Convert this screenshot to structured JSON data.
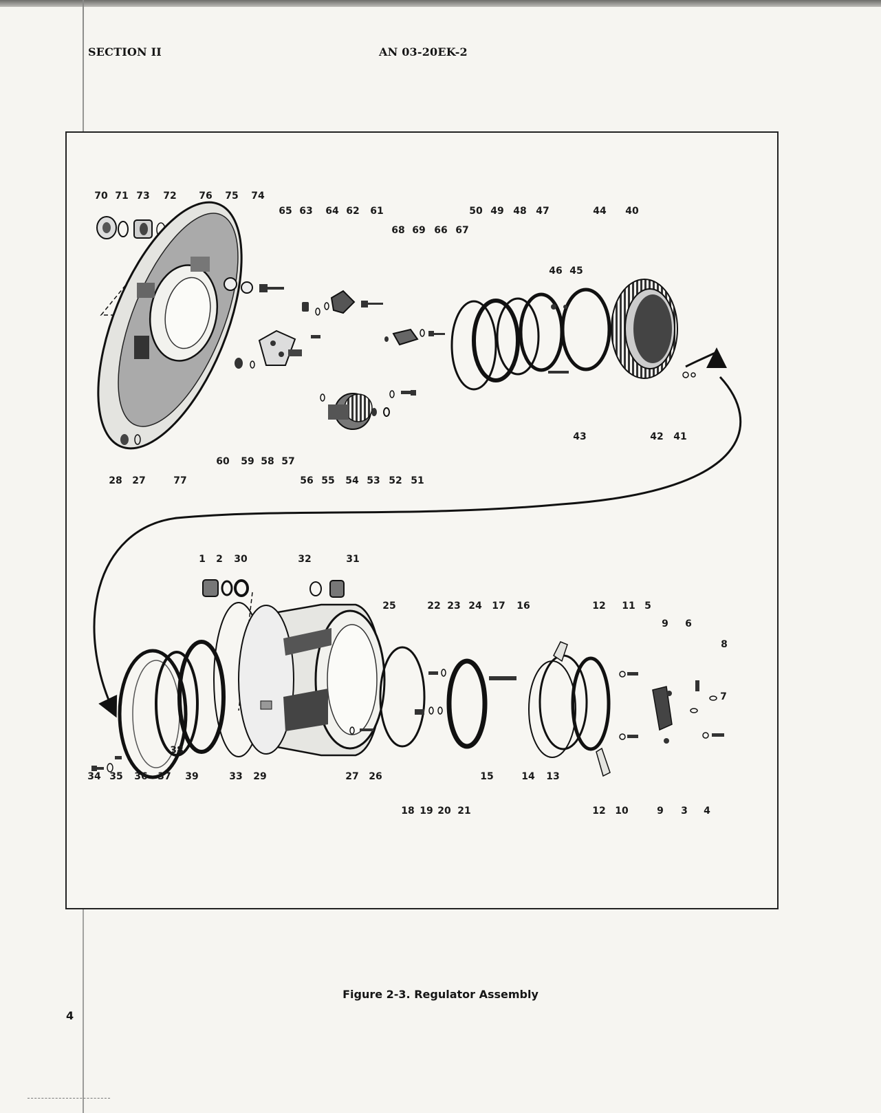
{
  "header": {
    "section": "SECTION II",
    "doc_number": "AN 03-20EK-2"
  },
  "figure": {
    "caption": "Figure 2-3.  Regulator Assembly",
    "callouts_upper": [
      "70",
      "71",
      "73",
      "72",
      "76",
      "75",
      "74",
      "65",
      "63",
      "64",
      "62",
      "61",
      "68",
      "69",
      "66",
      "67",
      "50",
      "49",
      "48",
      "47",
      "44",
      "40",
      "46",
      "45",
      "43",
      "42",
      "41",
      "60",
      "59",
      "58",
      "57",
      "56",
      "55",
      "54",
      "53",
      "52",
      "51",
      "28",
      "27",
      "77"
    ],
    "callouts_lower": [
      "1",
      "2",
      "30",
      "32",
      "31",
      "25",
      "22",
      "23",
      "24",
      "17",
      "16",
      "12",
      "11",
      "5",
      "9",
      "6",
      "8",
      "7",
      "34",
      "35",
      "36",
      "37",
      "38",
      "39",
      "33",
      "29",
      "27",
      "26",
      "18",
      "19",
      "20",
      "21",
      "15",
      "14",
      "13",
      "12",
      "10",
      "9",
      "3",
      "4"
    ]
  },
  "page_number": "4"
}
